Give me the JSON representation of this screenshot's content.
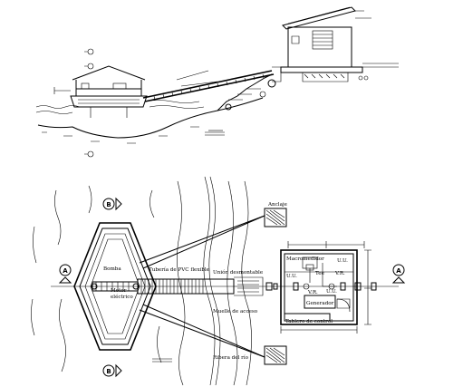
{
  "labels": {
    "anclaje": "Anclaje",
    "bomba": "Bomba",
    "motor": "Motor",
    "electrico": "eléctrico",
    "tuberia": "Tubería de PVC flexible",
    "union": "Unión desmontable",
    "muelle": "Muelle de acceso",
    "ribera": "Ribera del río",
    "macromedidor": "Macromedidor",
    "uu1": "U.U.",
    "uu2": "U.U.",
    "uu3": "U.U.",
    "tee": "Tee",
    "vr1": "V.R.",
    "vr2": "V.R.",
    "generador": "Generador",
    "tablero": "Tablero de control"
  },
  "section_markers": {
    "a": "A",
    "b": "B"
  },
  "colors": {
    "ink": "#000000",
    "background": "#ffffff"
  }
}
